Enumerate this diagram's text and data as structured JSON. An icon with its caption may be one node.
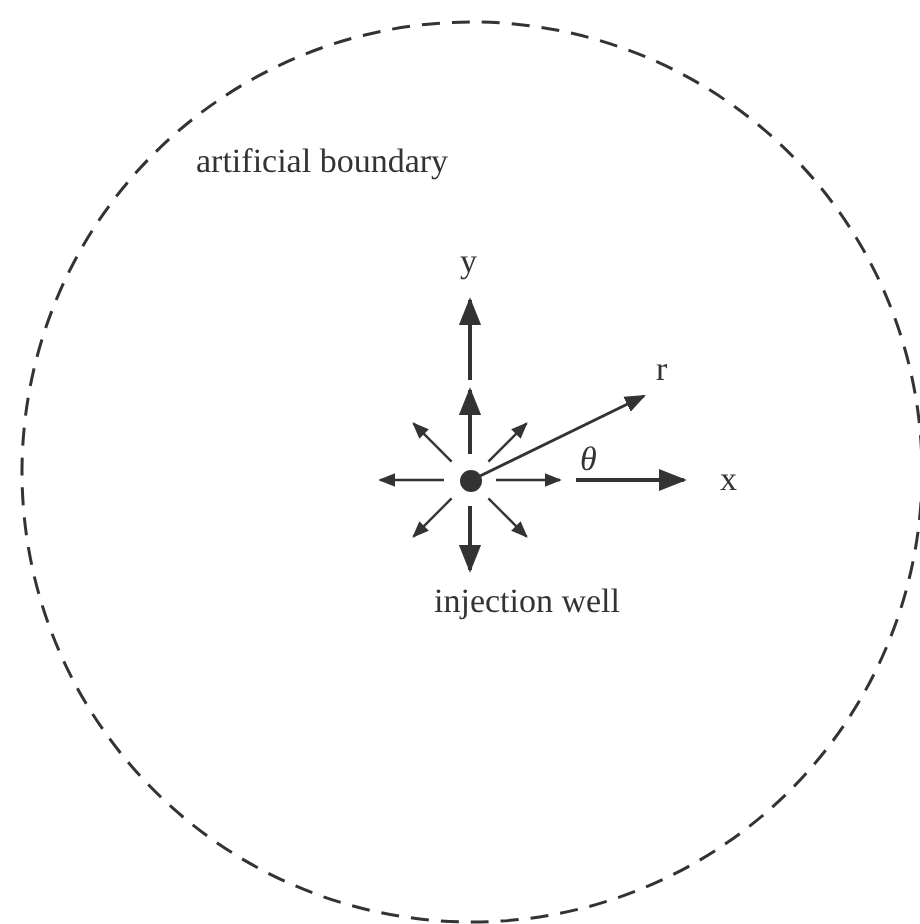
{
  "diagram": {
    "nodes": [
      {
        "text": [
          "artificial boundary"
        ]
      },
      {
        "text": [
          "injection well"
        ],
        "in": 0
      }
    ],
    "labels": [
      "y",
      "r",
      "θ",
      "x"
    ]
  }
}
